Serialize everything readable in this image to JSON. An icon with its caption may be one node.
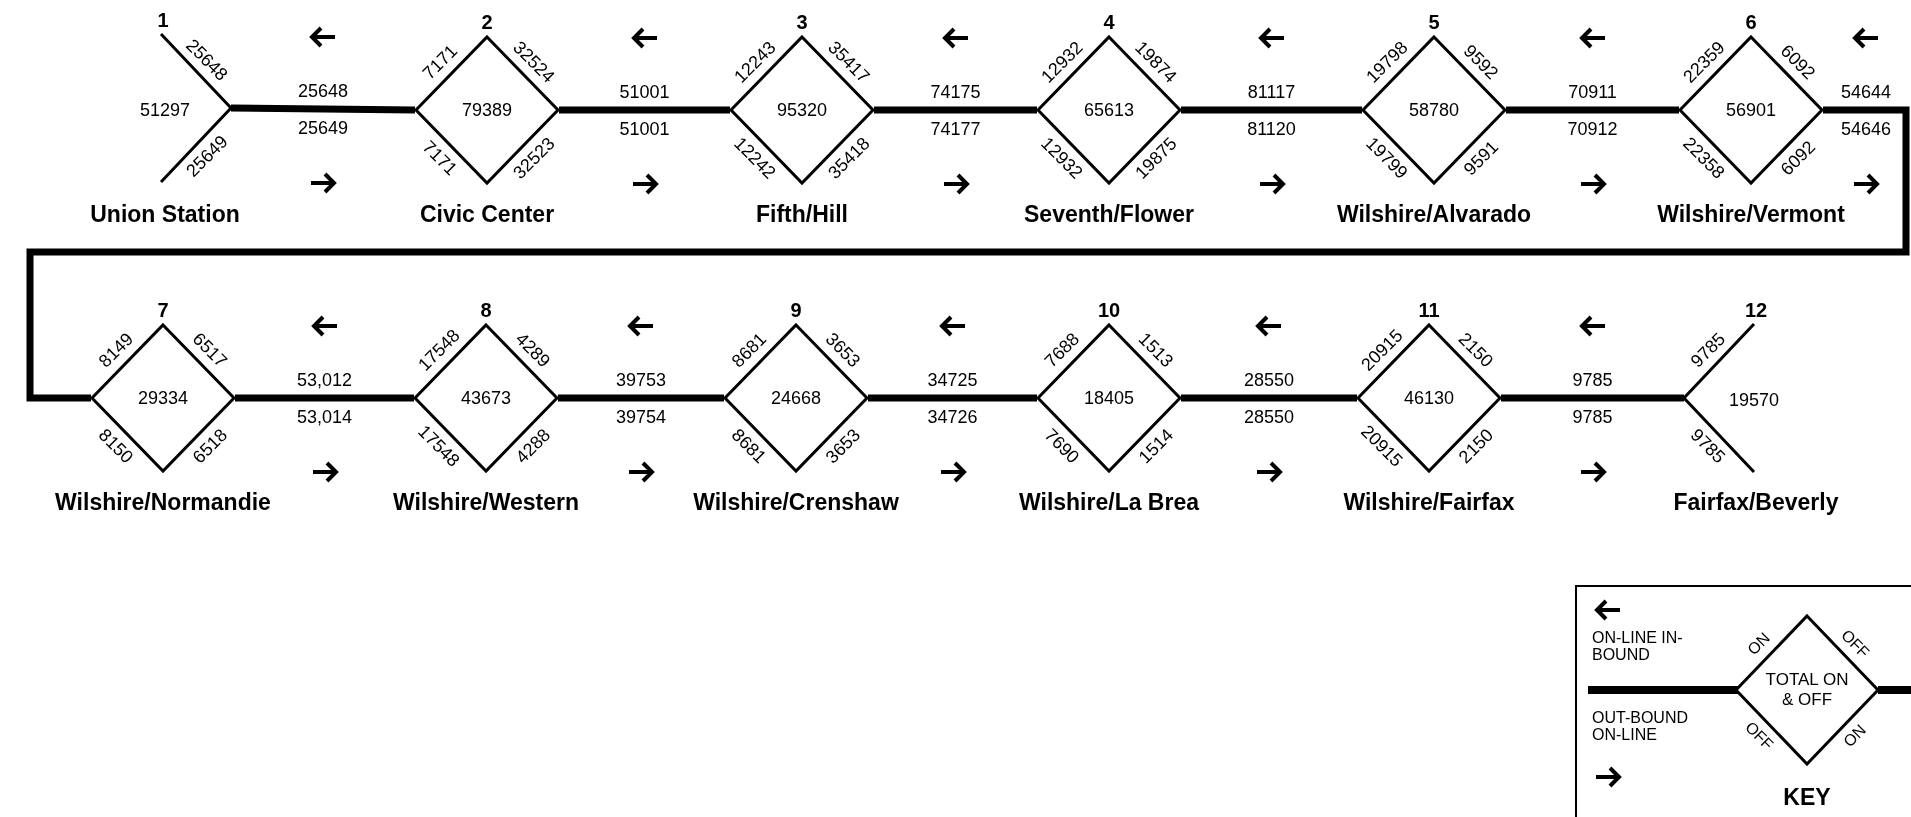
{
  "diagram": {
    "nodes": [
      {
        "text": [
          "1",
          "25648",
          "51297",
          "25649",
          "Union Station"
        ]
      },
      {
        "text": [
          "2",
          "7171",
          "32524",
          "79389",
          "7171",
          "32523",
          "Civic Center"
        ]
      },
      {
        "text": [
          "3",
          "12243",
          "35417",
          "95320",
          "12242",
          "35418",
          "Fifth/Hill"
        ]
      },
      {
        "text": [
          "4",
          "12932",
          "19874",
          "65613",
          "12932",
          "19875",
          "Seventh/Flower"
        ]
      },
      {
        "text": [
          "5",
          "19798",
          "9592",
          "58780",
          "19799",
          "9591",
          "Wilshire/Alvarado"
        ]
      },
      {
        "text": [
          "6",
          "22359",
          "6092",
          "56901",
          "22358",
          "6092",
          "Wilshire/Vermont"
        ]
      },
      {
        "text": [
          "7",
          "8149",
          "6517",
          "29334",
          "8150",
          "6518",
          "Wilshire/Normandie"
        ]
      },
      {
        "text": [
          "8",
          "17548",
          "4289",
          "43673",
          "17548",
          "4288",
          "Wilshire/Western"
        ]
      },
      {
        "text": [
          "9",
          "8681",
          "3653",
          "24668",
          "8681",
          "3653",
          "Wilshire/Crenshaw"
        ]
      },
      {
        "text": [
          "10",
          "7688",
          "1513",
          "18405",
          "7690",
          "1514",
          "Wilshire/La Brea"
        ]
      },
      {
        "text": [
          "11",
          "20915",
          "2150",
          "46130",
          "20915",
          "2150",
          "Wilshire/Fairfax"
        ]
      },
      {
        "text": [
          "12",
          "9785",
          "19570",
          "9785",
          "Fairfax/Beverly"
        ]
      }
    ],
    "edges": [
      {
        "from": 0,
        "to": 1,
        "label": "25648",
        "arrow": "none"
      },
      {
        "from": 1,
        "to": 2,
        "label": "51001",
        "arrow": "none"
      },
      {
        "from": 2,
        "to": 3,
        "label": "74175",
        "arrow": "none"
      },
      {
        "from": 3,
        "to": 4,
        "label": "81117",
        "arrow": "none"
      },
      {
        "from": 4,
        "to": 5,
        "label": "70911",
        "arrow": "none"
      },
      {
        "from": 5,
        "to": 6,
        "label": "54644",
        "arrow": "none"
      },
      {
        "from": 6,
        "to": 7,
        "label": "53,012",
        "arrow": "none"
      },
      {
        "from": 7,
        "to": 8,
        "label": "39753",
        "arrow": "none"
      },
      {
        "from": 8,
        "to": 9,
        "label": "34725",
        "arrow": "none"
      },
      {
        "from": 9,
        "to": 10,
        "label": "28550",
        "arrow": "none"
      },
      {
        "from": 10,
        "to": 11,
        "label": "9785",
        "arrow": "none"
      }
    ],
    "labels": [
      "25649",
      "51001",
      "74177",
      "81120",
      "70912",
      "54646",
      "53,014",
      "39754",
      "34726",
      "28550",
      "9785",
      "ON",
      "OFF",
      "OFF",
      "ON",
      "KEY"
    ],
    "legend": [
      {
        "text": "ON-LINE IN-BOUND"
      },
      {
        "text": "OUT-BOUND ON-LINE"
      },
      {
        "text": "TOTAL ON & OFF"
      }
    ]
  }
}
